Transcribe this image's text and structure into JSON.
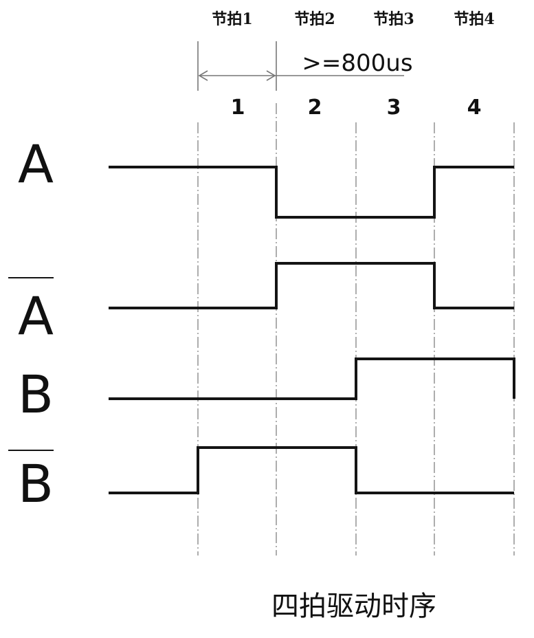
{
  "diagram": {
    "beat_headers": [
      "节拍1",
      "节拍2",
      "节拍3",
      "节拍4"
    ],
    "beat_numbers": [
      "1",
      "2",
      "3",
      "4"
    ],
    "interval_label": ">=800us",
    "caption": "四拍驱动时序",
    "signals": [
      {
        "id": "A",
        "label": "A",
        "inverted": false,
        "levels": [
          1,
          0,
          0,
          1
        ]
      },
      {
        "id": "A-bar",
        "label": "A",
        "inverted": true,
        "levels": [
          0,
          1,
          1,
          0
        ]
      },
      {
        "id": "B",
        "label": "B",
        "inverted": false,
        "levels": [
          0,
          0,
          1,
          1
        ]
      },
      {
        "id": "B-bar",
        "label": "B",
        "inverted": true,
        "levels": [
          1,
          1,
          0,
          0
        ]
      }
    ]
  },
  "colors": {
    "waveform": "#141414",
    "gridline": "#8a8a8a",
    "text": "#111111"
  }
}
